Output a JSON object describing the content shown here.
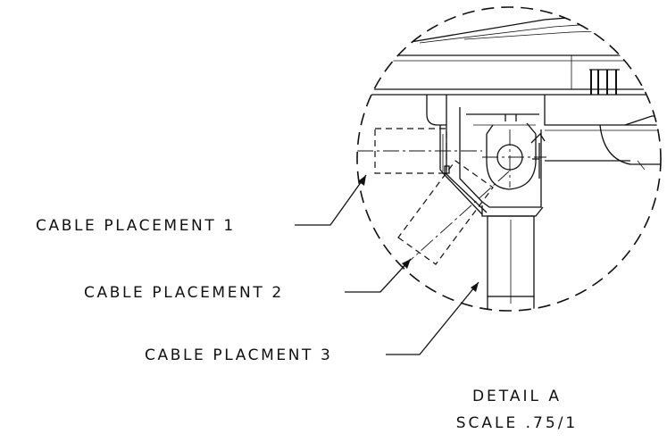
{
  "callouts": {
    "placement_1": "CABLE PLACEMENT 1",
    "placement_2": "CABLE PLACEMENT 2",
    "placement_3": "CABLE PLACMENT 3"
  },
  "detail": {
    "title": "DETAIL A",
    "scale": "SCALE .75/1"
  }
}
